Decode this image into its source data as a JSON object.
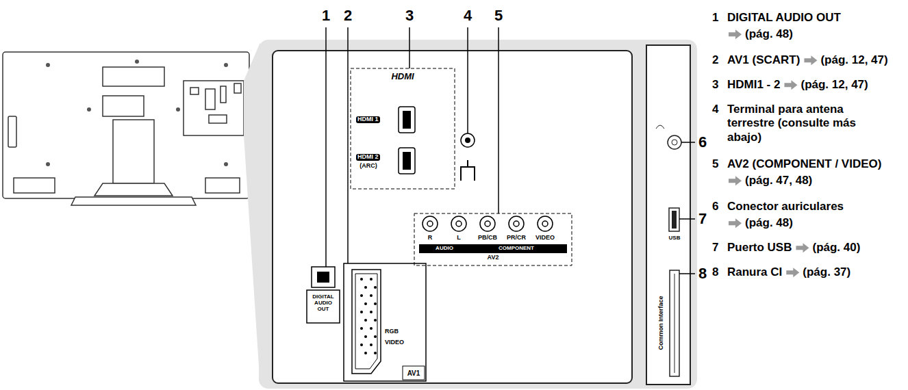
{
  "diagram": {
    "labels": [
      "1",
      "2",
      "3",
      "4",
      "5",
      "6",
      "7",
      "8",
      "HDMI",
      "HDMI 1",
      "HDMI 2",
      "(ARC)",
      "R",
      "L",
      "PB/CB",
      "PR/CR",
      "VIDEO",
      "AUDIO",
      "COMPONENT",
      "AV2",
      "DIGITAL AUDIO OUT",
      "RGB",
      "VIDEO",
      "AV1",
      "USB",
      "Common Interface",
      "1",
      "DIGITAL AUDIO OUT",
      "(pág. 48)",
      "2",
      "AV1 (SCART)",
      "(pág. 12, 47)",
      "3",
      "HDMI1 - 2",
      "(pág. 12, 47)",
      "4",
      "Terminal para antena terrestre (consulte más abajo)",
      "5",
      "AV2 (COMPONENT / VIDEO)",
      "(pág. 47, 48)",
      "6",
      "Conector auriculares",
      "(pág. 48)",
      "7",
      "Puerto USB",
      "(pág. 40)",
      "8",
      "Ranura CI",
      "(pág. 37)"
    ]
  }
}
